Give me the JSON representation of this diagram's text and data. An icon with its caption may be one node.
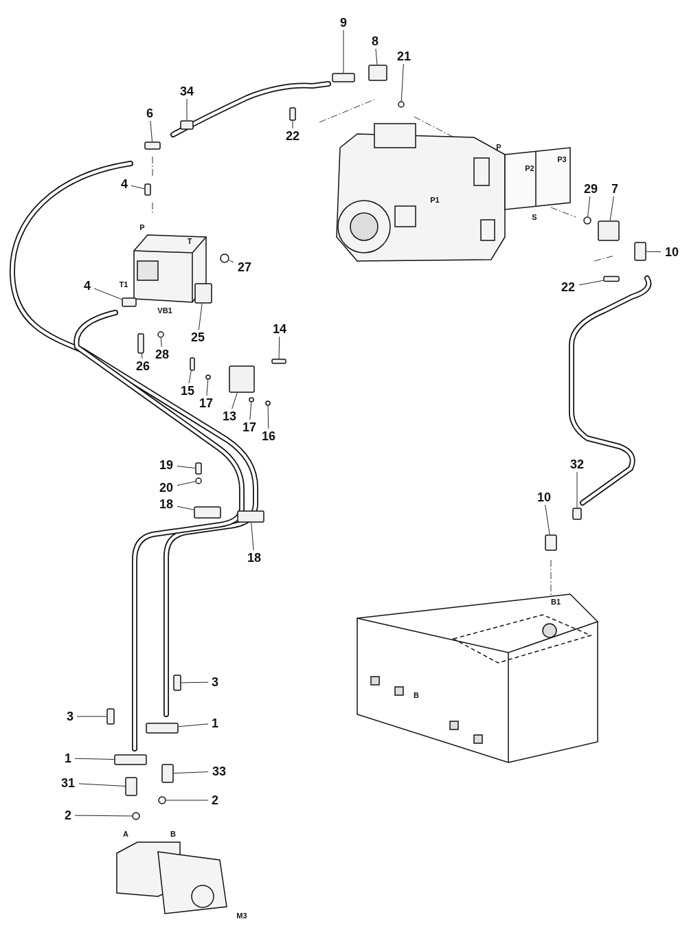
{
  "diagram": {
    "nodes": [
      {
        "text": [
          "9"
        ]
      },
      {
        "text": [
          "8"
        ]
      },
      {
        "text": [
          "21"
        ]
      },
      {
        "text": [
          "34"
        ]
      },
      {
        "text": [
          "6"
        ]
      },
      {
        "text": [
          "22"
        ]
      },
      {
        "text": [
          "4"
        ]
      },
      {
        "text": [
          "27"
        ]
      },
      {
        "text": [
          "4"
        ]
      },
      {
        "text": [
          "25"
        ]
      },
      {
        "text": [
          "26"
        ]
      },
      {
        "text": [
          "28"
        ]
      },
      {
        "text": [
          "14"
        ]
      },
      {
        "text": [
          "15"
        ]
      },
      {
        "text": [
          "17"
        ]
      },
      {
        "text": [
          "13"
        ]
      },
      {
        "text": [
          "17"
        ]
      },
      {
        "text": [
          "16"
        ]
      },
      {
        "text": [
          "29"
        ]
      },
      {
        "text": [
          "7"
        ]
      },
      {
        "text": [
          "10"
        ]
      },
      {
        "text": [
          "22"
        ]
      },
      {
        "text": [
          "19"
        ]
      },
      {
        "text": [
          "20"
        ]
      },
      {
        "text": [
          "18"
        ]
      },
      {
        "text": [
          "18"
        ]
      },
      {
        "text": [
          "10"
        ]
      },
      {
        "text": [
          "32"
        ]
      },
      {
        "text": [
          "3"
        ]
      },
      {
        "text": [
          "3"
        ]
      },
      {
        "text": [
          "1"
        ]
      },
      {
        "text": [
          "1"
        ]
      },
      {
        "text": [
          "33"
        ]
      },
      {
        "text": [
          "31"
        ]
      },
      {
        "text": [
          "2"
        ]
      },
      {
        "text": [
          "2"
        ]
      },
      {
        "text": [],
        "shape": "box"
      },
      {
        "text": [],
        "shape": "box"
      },
      {
        "text": [],
        "shape": "circle"
      },
      {
        "text": [],
        "shape": "box"
      },
      {
        "text": [],
        "shape": "box"
      },
      {
        "text": [],
        "shape": "box"
      },
      {
        "text": [],
        "shape": "box"
      },
      {
        "text": [],
        "shape": "circle"
      },
      {
        "text": [],
        "shape": "box"
      },
      {
        "text": [],
        "shape": "box"
      },
      {
        "text": [],
        "shape": "box"
      },
      {
        "text": [],
        "shape": "circle"
      },
      {
        "text": [],
        "shape": "box"
      },
      {
        "text": [],
        "shape": "box"
      },
      {
        "text": [],
        "shape": "circle"
      },
      {
        "text": [],
        "shape": "box"
      },
      {
        "text": [],
        "shape": "circle"
      },
      {
        "text": [],
        "shape": "circle"
      },
      {
        "text": [],
        "shape": "circle"
      },
      {
        "text": [],
        "shape": "box"
      },
      {
        "text": [],
        "shape": "box"
      },
      {
        "text": [],
        "shape": "box"
      },
      {
        "text": [],
        "shape": "box"
      },
      {
        "text": [],
        "shape": "circle"
      },
      {
        "text": [],
        "shape": "box"
      },
      {
        "text": [],
        "shape": "box"
      },
      {
        "text": [],
        "shape": "box"
      },
      {
        "text": [],
        "shape": "box"
      },
      {
        "text": [],
        "shape": "box"
      },
      {
        "text": [],
        "shape": "box"
      },
      {
        "text": [],
        "shape": "box"
      },
      {
        "text": [],
        "shape": "box"
      },
      {
        "text": [],
        "shape": "box"
      },
      {
        "text": [],
        "shape": "box"
      },
      {
        "text": [],
        "shape": "circle"
      },
      {
        "text": [],
        "shape": "circle"
      }
    ],
    "edges": [
      {
        "from": 0,
        "to": 36,
        "arrow": "none"
      },
      {
        "from": 1,
        "to": 37,
        "arrow": "none"
      },
      {
        "from": 2,
        "to": 38,
        "arrow": "none"
      },
      {
        "from": 3,
        "to": 39,
        "arrow": "none"
      },
      {
        "from": 4,
        "to": 40,
        "arrow": "none"
      },
      {
        "from": 5,
        "to": 41,
        "arrow": "none"
      },
      {
        "from": 6,
        "to": 42,
        "arrow": "none"
      },
      {
        "from": 7,
        "to": 43,
        "arrow": "none"
      },
      {
        "from": 8,
        "to": 44,
        "arrow": "none"
      },
      {
        "from": 9,
        "to": 45,
        "arrow": "none"
      },
      {
        "from": 10,
        "to": 46,
        "arrow": "none"
      },
      {
        "from": 11,
        "to": 47,
        "arrow": "none"
      },
      {
        "from": 12,
        "to": 48,
        "arrow": "none"
      },
      {
        "from": 13,
        "to": 49,
        "arrow": "none"
      },
      {
        "from": 14,
        "to": 50,
        "arrow": "none"
      },
      {
        "from": 15,
        "to": 51,
        "arrow": "none"
      },
      {
        "from": 16,
        "to": 52,
        "arrow": "none"
      },
      {
        "from": 17,
        "to": 53,
        "arrow": "none"
      },
      {
        "from": 18,
        "to": 54,
        "arrow": "none"
      },
      {
        "from": 19,
        "to": 55,
        "arrow": "none"
      },
      {
        "from": 20,
        "to": 56,
        "arrow": "none"
      },
      {
        "from": 21,
        "to": 57,
        "arrow": "none"
      },
      {
        "from": 22,
        "to": 58,
        "arrow": "none"
      },
      {
        "from": 23,
        "to": 59,
        "arrow": "none"
      },
      {
        "from": 24,
        "to": 60,
        "arrow": "none"
      },
      {
        "from": 25,
        "to": 61,
        "arrow": "none"
      },
      {
        "from": 26,
        "to": 62,
        "arrow": "none"
      },
      {
        "from": 27,
        "to": 63,
        "arrow": "none"
      },
      {
        "from": 28,
        "to": 64,
        "arrow": "none"
      },
      {
        "from": 29,
        "to": 65,
        "arrow": "none"
      },
      {
        "from": 30,
        "to": 66,
        "arrow": "none"
      },
      {
        "from": 31,
        "to": 67,
        "arrow": "none"
      },
      {
        "from": 32,
        "to": 68,
        "arrow": "none"
      },
      {
        "from": 33,
        "to": 69,
        "arrow": "none"
      },
      {
        "from": 34,
        "to": 70,
        "arrow": "none"
      },
      {
        "from": 35,
        "to": 71,
        "arrow": "none"
      }
    ],
    "labels": [
      "P",
      "T",
      "T1",
      "VB1",
      "P",
      "P2",
      "P3",
      "P1",
      "S",
      "B1",
      "B",
      "A",
      "B",
      "M3"
    ]
  }
}
